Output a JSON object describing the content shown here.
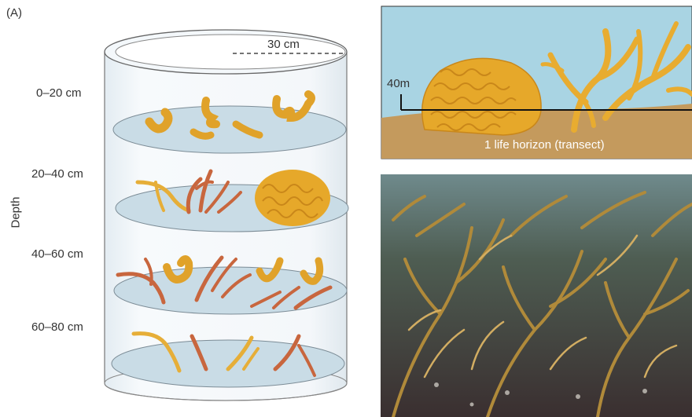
{
  "panel_label": "(A)",
  "core": {
    "radius_label": "30 cm",
    "axis_title": "Depth",
    "layers": [
      {
        "label": "0–20 cm"
      },
      {
        "label": "20–40 cm"
      },
      {
        "label": "40–60 cm"
      },
      {
        "label": "60–80 cm"
      }
    ]
  },
  "transect": {
    "depth_label": "40m",
    "caption": "1 life horizon (transect)"
  },
  "photo": {
    "subject": "staghorn coral thicket underwater photograph"
  },
  "colors": {
    "water": "#a9d4e3",
    "sediment": "#c49a5d",
    "coral_yellow": "#e6a82a",
    "branch_red": "#c8663e",
    "disc": "#c6dbe6"
  }
}
